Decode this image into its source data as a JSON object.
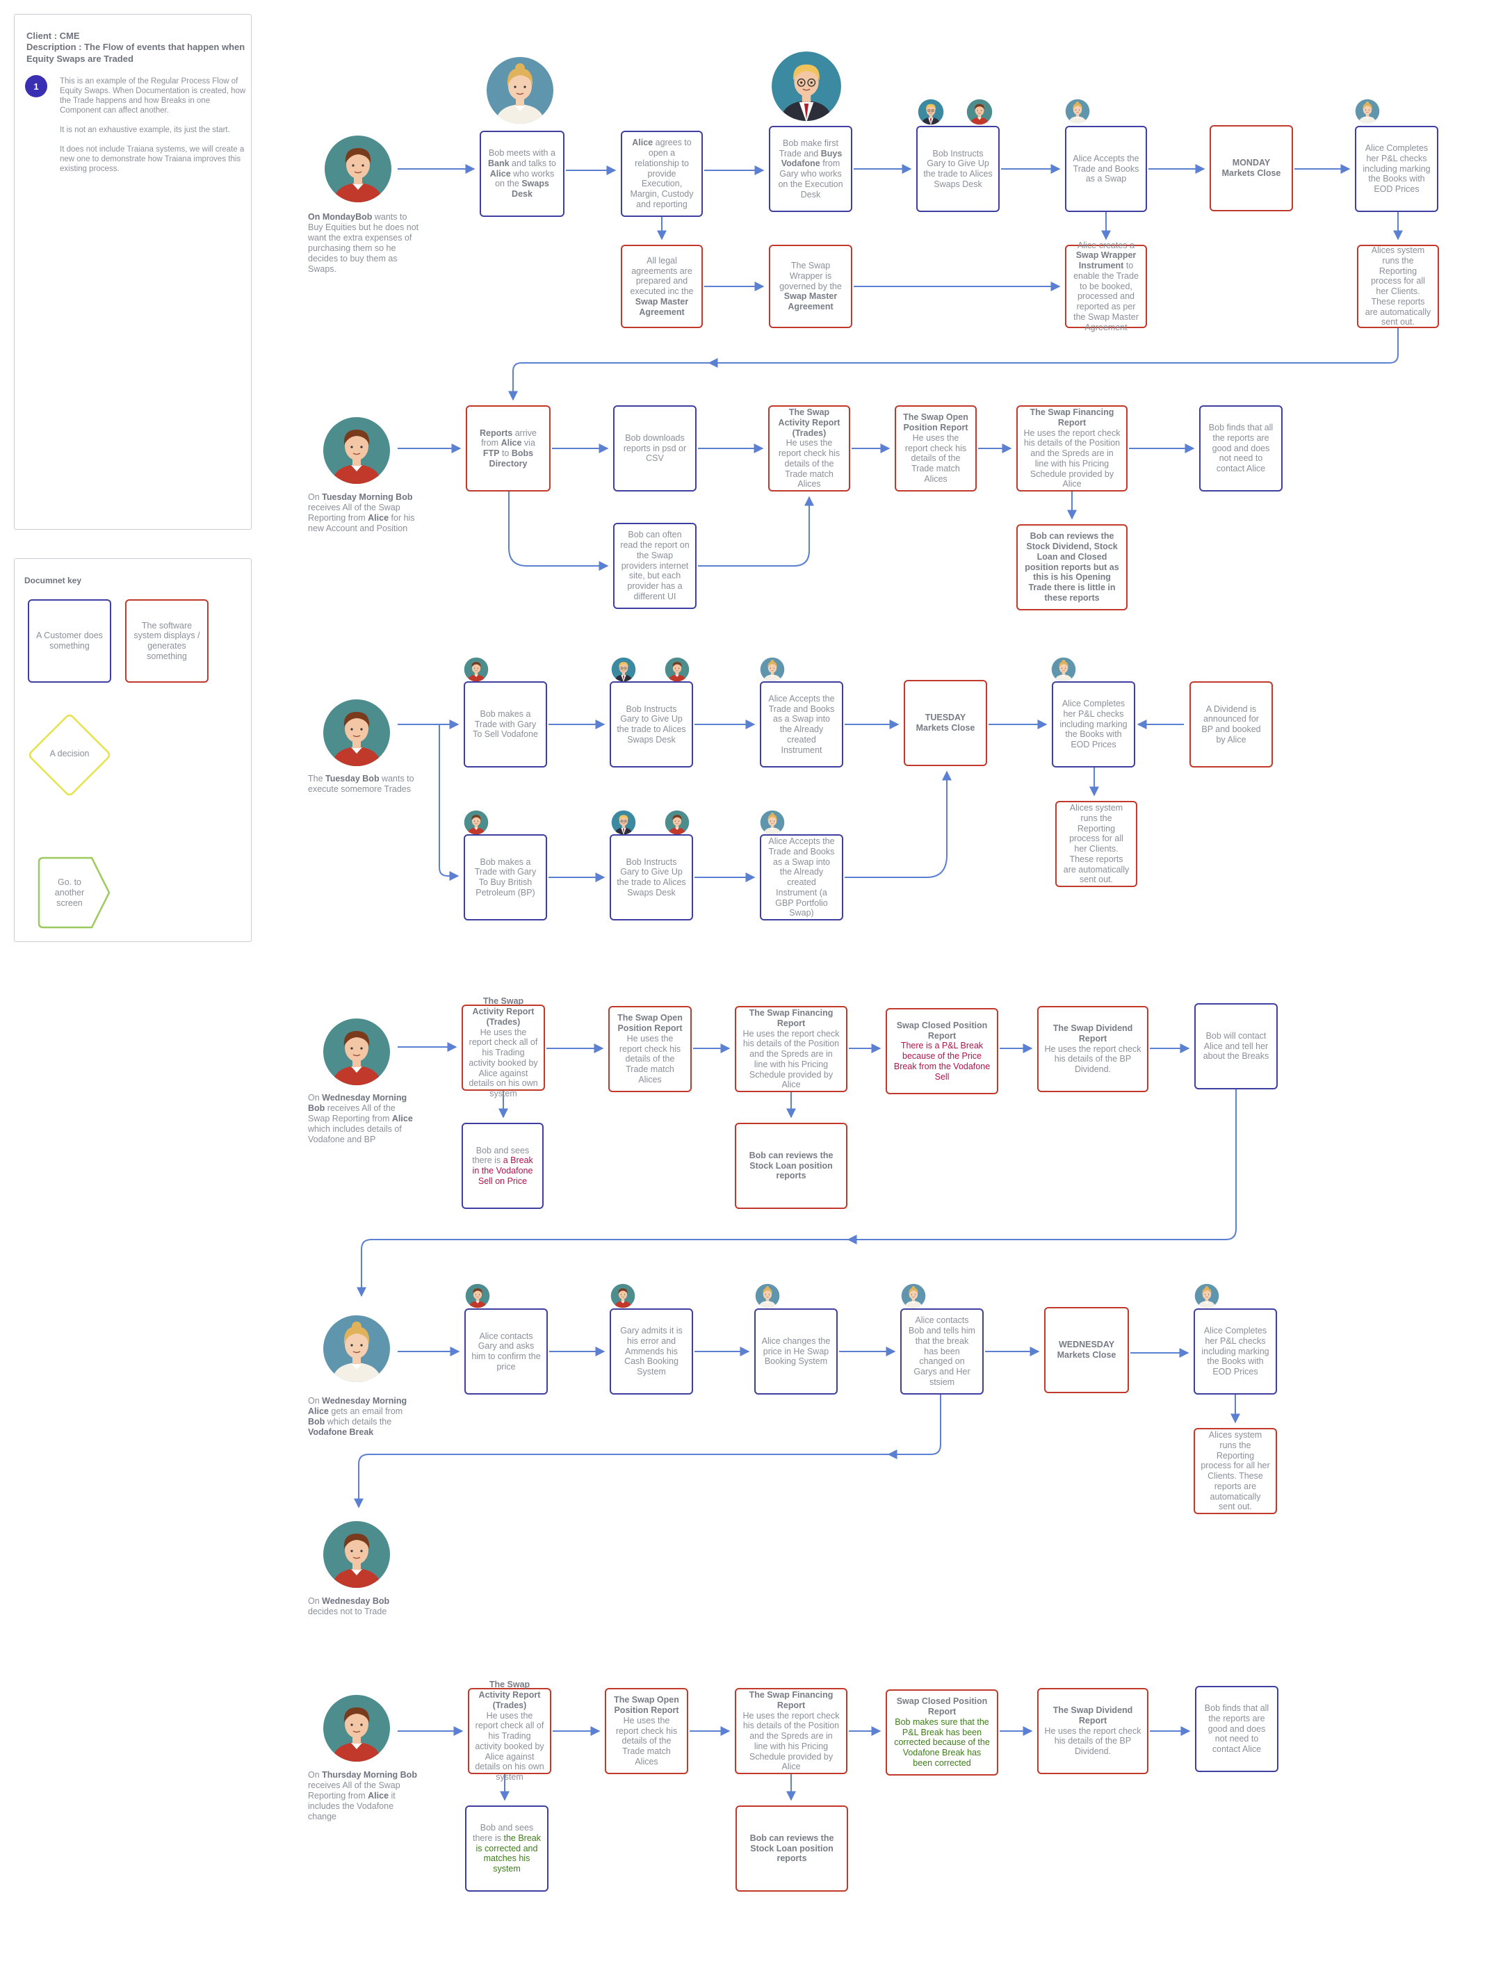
{
  "header": {
    "client": "Client : CME",
    "description": "Description : The Flow of events that happen when Equity Swaps are Traded",
    "badge_number": "1",
    "note_1": "This is an example of the Regular Process Flow of Equity Swaps. When Documentation is created, how the Trade happens and how Breaks in one Component can affect another.",
    "note_2": "It is not an exhaustive example, its just the start.",
    "note_3": "It does not include Traiana systems, we will create a new one to demonstrate how Traiana improves this existing process."
  },
  "key": {
    "title": "Documnet key",
    "customer": "A Customer does something",
    "software": "The software system displays / generates something",
    "decision": "A decision",
    "goto": "Go. to another screen"
  },
  "colors": {
    "customer_border": "#3f3fa2",
    "software_border": "#c0392b",
    "arrow": "#5b7fd1",
    "decision_border": "#e6e24a",
    "goto_border": "#9ccb5a"
  },
  "captions": {
    "monday": [
      {
        "t": "On Monday",
        "b": true
      },
      {
        "t": "Bob",
        "b": true
      },
      {
        "t": " wants to Buy Equities but he does not want the extra expenses of purchasing them so he decides to buy them as Swaps."
      }
    ],
    "tuesday_morning": [
      {
        "t": "On "
      },
      {
        "t": "Tuesday Morning Bob",
        "b": true
      },
      {
        "t": " receives All of the Swap Reporting from "
      },
      {
        "t": "Alice",
        "b": true
      },
      {
        "t": " for his new Account and Position"
      }
    ],
    "tuesday": [
      {
        "t": "The "
      },
      {
        "t": "Tuesday Bob",
        "b": true
      },
      {
        "t": " wants to execute somemore Trades"
      }
    ],
    "wednesday_morning": [
      {
        "t": "On "
      },
      {
        "t": "Wednesday Morning Bob",
        "b": true
      },
      {
        "t": " receives All of the Swap Reporting from "
      },
      {
        "t": "Alice",
        "b": true
      },
      {
        "t": " which includes details of Vodafone and BP"
      }
    ],
    "wednesday_alice": [
      {
        "t": "On "
      },
      {
        "t": "Wednesday Morning Alice",
        "b": true
      },
      {
        "t": " gets an email from "
      },
      {
        "t": "Bob",
        "b": true
      },
      {
        "t": " which details the "
      },
      {
        "t": "Vodafone Break",
        "b": true
      }
    ],
    "wednesday_bob": [
      {
        "t": "On "
      },
      {
        "t": "Wednesday Bob",
        "b": true
      },
      {
        "t": " decides not to Trade"
      }
    ],
    "thursday": [
      {
        "t": "On "
      },
      {
        "t": "Thursday Morning Bob",
        "b": true
      },
      {
        "t": " receives All of the Swap Reporting from "
      },
      {
        "t": "Alice",
        "b": true
      },
      {
        "t": " it includes the Vodafone change"
      }
    ]
  },
  "boxes": [
    {
      "id": "m1",
      "k": "c",
      "p": [
        {
          "t": "Bob meets with a "
        },
        {
          "t": "Bank",
          "b": true
        },
        {
          "t": " and talks to "
        },
        {
          "t": "Alice",
          "b": true
        },
        {
          "t": " who works on the "
        },
        {
          "t": "Swaps Desk",
          "b": true
        }
      ]
    },
    {
      "id": "m2",
      "k": "c",
      "p": [
        {
          "t": "Alice",
          "b": true
        },
        {
          "t": " agrees to open a relationship to provide Execution, Margin, Custody and reporting"
        }
      ]
    },
    {
      "id": "m3",
      "k": "c",
      "p": [
        {
          "t": "Bob make first Trade and "
        },
        {
          "t": "Buys Vodafone",
          "b": true
        },
        {
          "t": " from Gary who works on the Execution Desk"
        }
      ]
    },
    {
      "id": "m4",
      "k": "c",
      "p": [
        {
          "t": "Bob Instructs Gary to Give Up the trade to Alices Swaps Desk"
        }
      ]
    },
    {
      "id": "m5",
      "k": "c",
      "p": [
        {
          "t": "Alice Accepts the Trade and Books as a Swap"
        }
      ]
    },
    {
      "id": "m6",
      "k": "s",
      "p": [
        {
          "t": "MONDAY\nMarkets Close",
          "b": true
        }
      ]
    },
    {
      "id": "m7",
      "k": "c",
      "p": [
        {
          "t": "Alice Completes her P&L checks including marking the Books with EOD Prices"
        }
      ]
    },
    {
      "id": "m8",
      "k": "s",
      "p": [
        {
          "t": "All legal agreements are prepared and executed inc the "
        },
        {
          "t": "Swap Master Agreement",
          "b": true
        }
      ]
    },
    {
      "id": "m9",
      "k": "s",
      "p": [
        {
          "t": "The Swap Wrapper is governed by the "
        },
        {
          "t": "Swap Master Agreement",
          "b": true
        }
      ]
    },
    {
      "id": "m10",
      "k": "s",
      "p": [
        {
          "t": "Alice creates a "
        },
        {
          "t": "Swap Wrapper Instrument",
          "b": true
        },
        {
          "t": " to enable the Trade to be booked, processed and reported as per the Swap Master Agreement"
        }
      ]
    },
    {
      "id": "m11",
      "k": "s",
      "p": [
        {
          "t": "Alices system runs the Reporting process for all her Clients. These reports are automatically sent out."
        }
      ]
    },
    {
      "id": "t1",
      "k": "s",
      "p": [
        {
          "t": "Reports",
          "b": true
        },
        {
          "t": " arrive from "
        },
        {
          "t": "Alice",
          "b": true
        },
        {
          "t": " via "
        },
        {
          "t": "FTP",
          "b": true
        },
        {
          "t": " to "
        },
        {
          "t": "Bobs Directory",
          "b": true
        }
      ]
    },
    {
      "id": "t2",
      "k": "c",
      "p": [
        {
          "t": "Bob downloads reports in psd or CSV"
        }
      ]
    },
    {
      "id": "t3",
      "k": "s",
      "p": [
        {
          "t": "The Swap Activity Report (Trades)",
          "b": true
        },
        {
          "t": "\nHe uses the report check his details of the Trade match Alices"
        }
      ]
    },
    {
      "id": "t4",
      "k": "s",
      "p": [
        {
          "t": "The Swap Open Position Report",
          "b": true
        },
        {
          "t": "\nHe uses the report check his details of the Trade match Alices"
        }
      ]
    },
    {
      "id": "t5",
      "k": "s",
      "p": [
        {
          "t": "The Swap Financing Report",
          "b": true
        },
        {
          "t": "\nHe uses the report check his details of the Position and the Spreds are in line with his Pricing Schedule provided by Alice"
        }
      ]
    },
    {
      "id": "t6",
      "k": "c",
      "p": [
        {
          "t": "Bob finds that all the reports are good and does not need to contact Alice"
        }
      ]
    },
    {
      "id": "t7",
      "k": "c",
      "p": [
        {
          "t": "Bob can often read the report on the Swap providers internet site, but each provider has a different UI"
        }
      ]
    },
    {
      "id": "t8",
      "k": "s",
      "p": [
        {
          "t": "Bob can reviews the Stock Dividend, Stock Loan and Closed position reports but as this is his Opening Trade there is little in these reports",
          "b": true
        }
      ]
    },
    {
      "id": "u1",
      "k": "c",
      "p": [
        {
          "t": "Bob makes a Trade with Gary To Sell Vodafone"
        }
      ]
    },
    {
      "id": "u2",
      "k": "c",
      "p": [
        {
          "t": "Bob Instructs Gary to Give Up the trade to Alices Swaps Desk"
        }
      ]
    },
    {
      "id": "u3",
      "k": "c",
      "p": [
        {
          "t": "Alice Accepts the Trade and Books as a Swap into the Already created Instrument"
        }
      ]
    },
    {
      "id": "u4",
      "k": "s",
      "p": [
        {
          "t": "TUESDAY\nMarkets Close",
          "b": true
        }
      ]
    },
    {
      "id": "u5",
      "k": "c",
      "p": [
        {
          "t": "Alice Completes her P&L checks including marking the Books with EOD Prices"
        }
      ]
    },
    {
      "id": "u6",
      "k": "s",
      "p": [
        {
          "t": "A Dividend is announced for BP and booked by Alice"
        }
      ]
    },
    {
      "id": "u7",
      "k": "s",
      "p": [
        {
          "t": "Alices system runs the Reporting process for all her Clients. These reports are automatically sent out."
        }
      ]
    },
    {
      "id": "u8",
      "k": "c",
      "p": [
        {
          "t": "Bob makes a Trade with Gary To Buy British Petroleum (BP)"
        }
      ]
    },
    {
      "id": "u9",
      "k": "c",
      "p": [
        {
          "t": "Bob Instructs Gary to Give Up the trade to Alices Swaps Desk"
        }
      ]
    },
    {
      "id": "u10",
      "k": "c",
      "p": [
        {
          "t": "Alice Accepts the Trade and Books as a Swap into the Already created Instrument (a GBP Portfolio Swap)"
        }
      ]
    },
    {
      "id": "w1",
      "k": "s",
      "p": [
        {
          "t": "The Swap Activity Report (Trades)",
          "b": true
        },
        {
          "t": "\nHe uses the report check all of his Trading activity booked by Alice against details on his own system"
        }
      ]
    },
    {
      "id": "w2",
      "k": "s",
      "p": [
        {
          "t": "The Swap Open Position Report",
          "b": true
        },
        {
          "t": "\nHe uses the report check his details of the Trade match Alices"
        }
      ]
    },
    {
      "id": "w3",
      "k": "s",
      "p": [
        {
          "t": "The Swap Financing Report",
          "b": true
        },
        {
          "t": "\nHe uses the report check his details of the Position and the Spreds are in line with his Pricing Schedule provided by Alice"
        }
      ]
    },
    {
      "id": "w4",
      "k": "s",
      "p": [
        {
          "t": "Swap Closed Position Report",
          "b": true
        },
        {
          "t": "\n"
        },
        {
          "t": "There is a P&L Break because of the Price Break from the Vodafone Sell",
          "hl": true
        }
      ]
    },
    {
      "id": "w5",
      "k": "s",
      "p": [
        {
          "t": "The Swap Dividend Report",
          "b": true
        },
        {
          "t": "\nHe uses the report check his details of the BP Dividend."
        }
      ]
    },
    {
      "id": "w6",
      "k": "c",
      "p": [
        {
          "t": "Bob will contact Alice and tell her about the Breaks"
        }
      ]
    },
    {
      "id": "w7",
      "k": "c",
      "p": [
        {
          "t": "Bob and sees there is "
        },
        {
          "t": "a Break in the Vodafone Sell on Price",
          "hl": true
        }
      ]
    },
    {
      "id": "w8",
      "k": "s",
      "p": [
        {
          "t": "Bob can reviews the Stock Loan position reports",
          "b": true
        }
      ]
    },
    {
      "id": "a1",
      "k": "c",
      "p": [
        {
          "t": "Alice contacts Gary and asks him to confirm the price"
        }
      ]
    },
    {
      "id": "a2",
      "k": "c",
      "p": [
        {
          "t": "Gary admits it is his error and Ammends his Cash Booking System"
        }
      ]
    },
    {
      "id": "a3",
      "k": "c",
      "p": [
        {
          "t": "Alice changes the price in He Swap Booking System"
        }
      ]
    },
    {
      "id": "a4",
      "k": "c",
      "p": [
        {
          "t": "Alice contacts Bob and tells him that the break has been changed on Garys and Her stsiem"
        }
      ]
    },
    {
      "id": "a5",
      "k": "s",
      "p": [
        {
          "t": "WEDNESDAY\nMarkets Close",
          "b": true
        }
      ]
    },
    {
      "id": "a6",
      "k": "c",
      "p": [
        {
          "t": "Alice Completes her P&L checks including marking the Books with EOD Prices"
        }
      ]
    },
    {
      "id": "a7",
      "k": "s",
      "p": [
        {
          "t": "Alices system runs the Reporting process for all her Clients. These reports are automatically sent out."
        }
      ]
    },
    {
      "id": "h1",
      "k": "s",
      "p": [
        {
          "t": "The Swap Activity Report (Trades)",
          "b": true
        },
        {
          "t": "\nHe uses the report check all of his Trading activity booked by Alice against details on his own system"
        }
      ]
    },
    {
      "id": "h2",
      "k": "s",
      "p": [
        {
          "t": "The Swap Open Position Report",
          "b": true
        },
        {
          "t": "\nHe uses the report check his details of the Trade match Alices"
        }
      ]
    },
    {
      "id": "h3",
      "k": "s",
      "p": [
        {
          "t": "The Swap Financing Report",
          "b": true
        },
        {
          "t": "\nHe uses the report check his details of the Position and the Spreds are in line with his Pricing Schedule provided by Alice"
        }
      ]
    },
    {
      "id": "h4",
      "k": "s",
      "p": [
        {
          "t": "Swap Closed Position Report",
          "b": true
        },
        {
          "t": "\n"
        },
        {
          "t": "Bob makes sure that the P&L Break has been corrected because of the Vodafone Break has been corrected",
          "gr": true
        }
      ]
    },
    {
      "id": "h5",
      "k": "s",
      "p": [
        {
          "t": "The Swap Dividend Report",
          "b": true
        },
        {
          "t": "\nHe uses the report check his details of the BP Dividend."
        }
      ]
    },
    {
      "id": "h6",
      "k": "c",
      "p": [
        {
          "t": "Bob finds that all the reports are good and does not need to contact Alice"
        }
      ]
    },
    {
      "id": "h7",
      "k": "c",
      "p": [
        {
          "t": "Bob and sees there is "
        },
        {
          "t": "the Break is corrected and matches his system",
          "gr": true
        }
      ]
    },
    {
      "id": "h8",
      "k": "s",
      "p": [
        {
          "t": "Bob can reviews the Stock Loan position reports",
          "b": true
        }
      ]
    }
  ]
}
